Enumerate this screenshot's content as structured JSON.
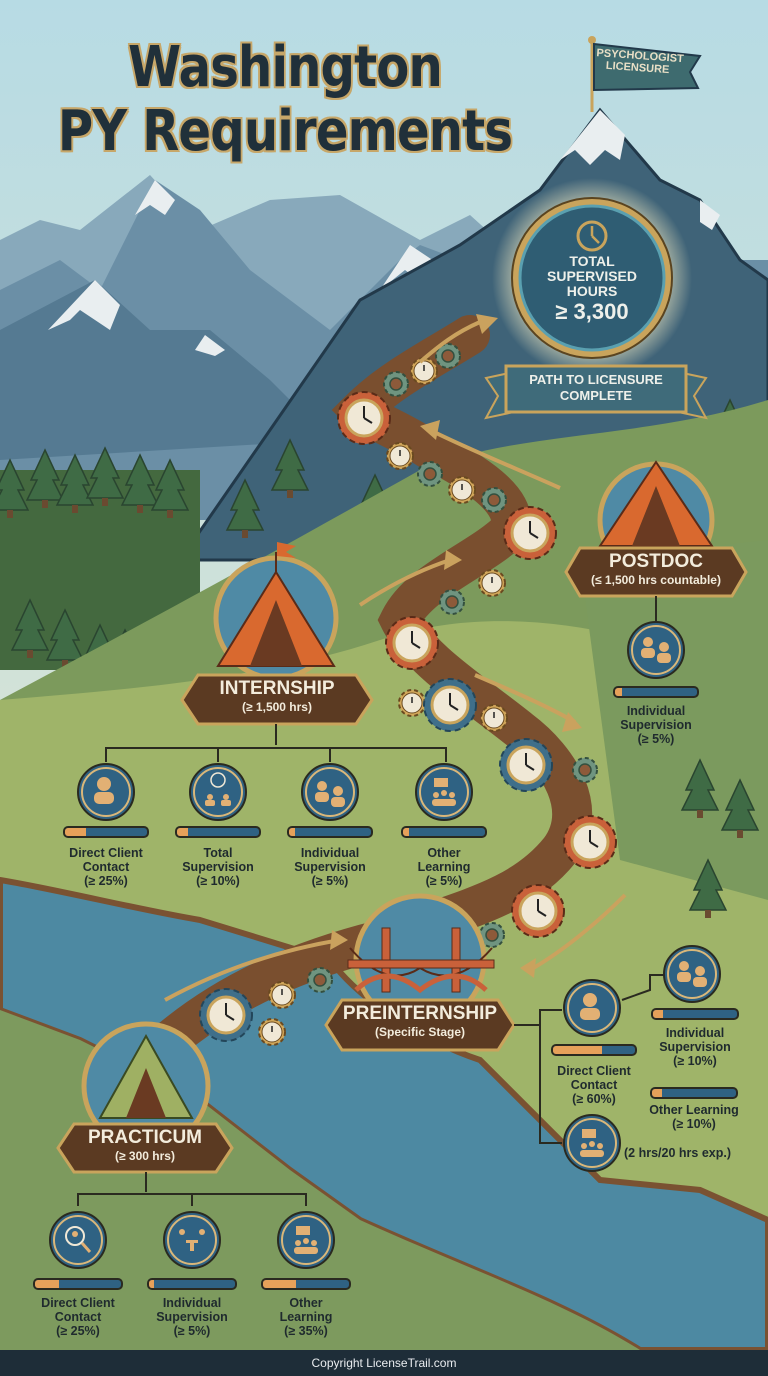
{
  "header": {
    "title_line1": "Washington",
    "title_line2": "PY Requirements",
    "flag_label_line1": "PSYCHOLOGIST",
    "flag_label_line2": "LICENSURE"
  },
  "goal": {
    "line1": "TOTAL",
    "line2": "SUPERVISED",
    "line3": "HOURS",
    "value": "≥ 3,300",
    "icon": "clock-icon",
    "banner_line1": "PATH TO LICENSURE",
    "banner_line2": "COMPLETE"
  },
  "stages": {
    "postdoc": {
      "name": "POSTDOC",
      "hours": "(≤ 1,500 hrs countable)",
      "icon": "tent-icon",
      "requirements": [
        {
          "label_line1": "Individual",
          "label_line2": "Supervision",
          "value": "(≥ 5%)",
          "icon": "two-people-icon",
          "fill_pct": 5
        }
      ]
    },
    "internship": {
      "name": "INTERNSHIP",
      "hours": "(≥ 1,500 hrs)",
      "icon": "tent-with-flag-icon",
      "requirements": [
        {
          "label_line1": "Direct Client",
          "label_line2": "Contact",
          "value": "(≥ 25%)",
          "icon": "client-icon",
          "fill_pct": 25
        },
        {
          "label_line1": "Total",
          "label_line2": "Supervision",
          "value": "(≥ 10%)",
          "icon": "clock-people-icon",
          "fill_pct": 10
        },
        {
          "label_line1": "Individual",
          "label_line2": "Supervision",
          "value": "(≥ 5%)",
          "icon": "two-people-icon",
          "fill_pct": 5
        },
        {
          "label_line1": "Other",
          "label_line2": "Learning",
          "value": "(≥ 5%)",
          "icon": "group-chat-icon",
          "fill_pct": 5
        }
      ]
    },
    "preinternship": {
      "name": "PREINTERNSHIP",
      "hours": "(Specific Stage)",
      "icon": "bridge-icon",
      "requirements": [
        {
          "label_line1": "Direct Client",
          "label_line2": "Contact",
          "value": "(≥ 60%)",
          "icon": "client-icon",
          "fill_pct": 60
        },
        {
          "label_line1": "Individual",
          "label_line2": "Supervision",
          "value": "(≥ 10%)",
          "icon": "two-people-icon",
          "fill_pct": 10
        },
        {
          "label_line1": "Other Learning",
          "label_line2": "",
          "value": "(≥ 10%)",
          "icon": "group-chat-icon",
          "fill_pct": 10
        },
        {
          "label_line1": "(2 hrs/20 hrs exp.)",
          "label_line2": "",
          "value": "",
          "icon": "group-chat-icon"
        }
      ]
    },
    "practicum": {
      "name": "PRACTICUM",
      "hours": "(≥ 300 hrs)",
      "icon": "green-tent-icon",
      "requirements": [
        {
          "label_line1": "Direct Client",
          "label_line2": "Contact",
          "value": "(≥ 25%)",
          "icon": "magnifier-person-icon",
          "fill_pct": 25
        },
        {
          "label_line1": "Individual",
          "label_line2": "Supervision",
          "value": "(≥ 5%)",
          "icon": "meeting-table-icon",
          "fill_pct": 5
        },
        {
          "label_line1": "Other",
          "label_line2": "Learning",
          "value": "(≥ 35%)",
          "icon": "group-chat-icon",
          "fill_pct": 35
        }
      ]
    }
  },
  "colors": {
    "sky_top": "#b9dce4",
    "sky_bottom": "#e9e8cf",
    "mountain_dark": "#3f6378",
    "mountain_mid": "#5a7f96",
    "mountain_light": "#88a9bb",
    "snow": "#e9eef0",
    "meadow": "#7f9a5a",
    "meadow_light": "#a6b56a",
    "river": "#4c8aa3",
    "trail": "#7a4f2f",
    "plaque": "#5b3a22",
    "gold": "#c9a45c",
    "icon_blue": "#2f6283",
    "icon_tan": "#e2b074",
    "bar_orange": "#e6a15a",
    "tent_orange": "#d9692f",
    "gear_red": "#c9613a",
    "footer_bg": "#1e2d38"
  },
  "footer": {
    "copyright": "Copyright LicenseTrail.com"
  }
}
